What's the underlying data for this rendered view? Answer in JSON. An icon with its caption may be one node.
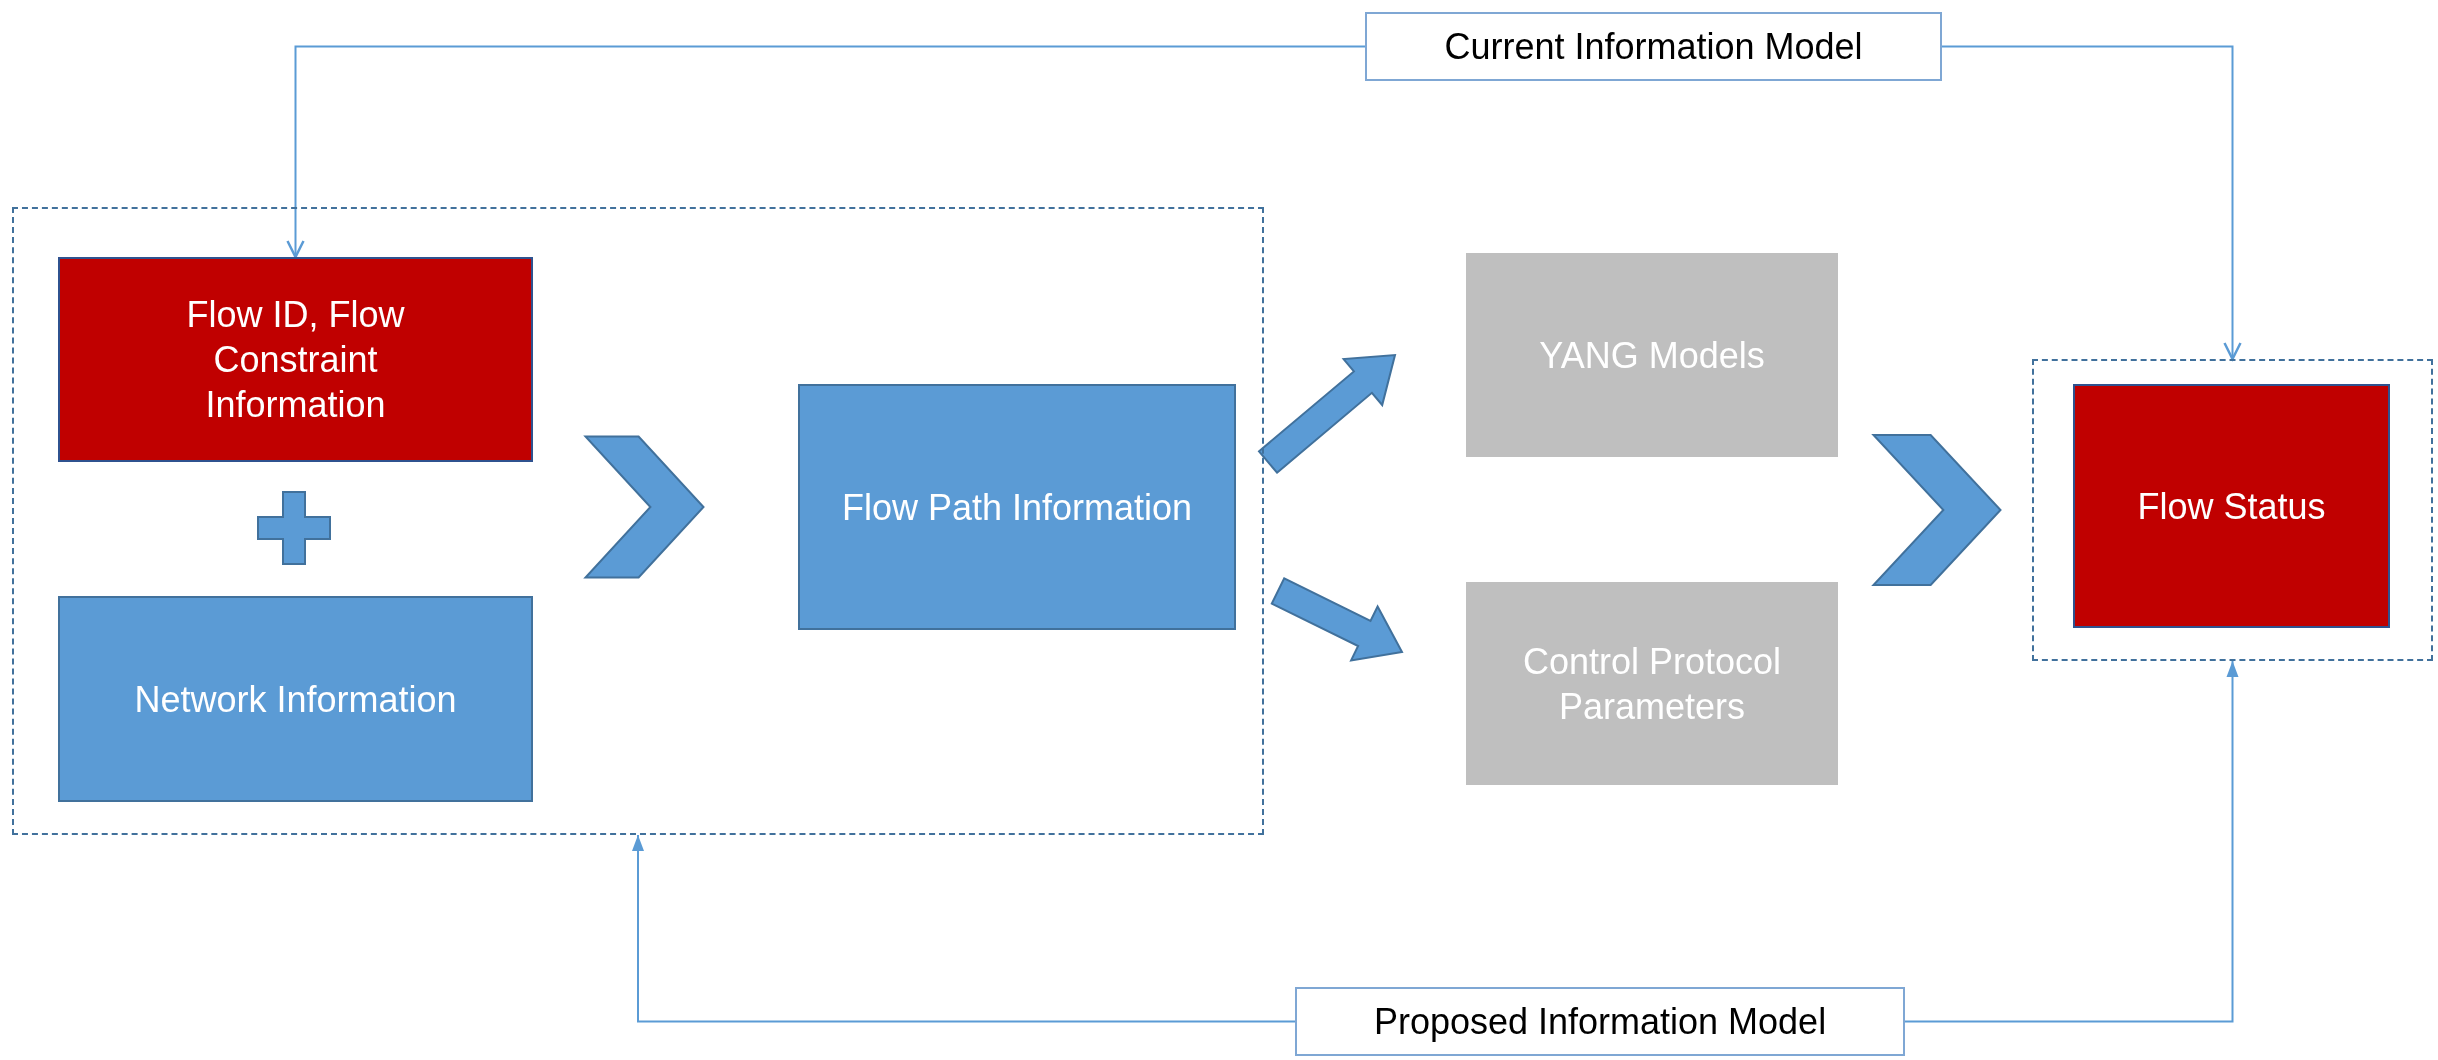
{
  "diagram": {
    "nodes": [
      {
        "text": [],
        "shape": "box"
      },
      {
        "text": [
          "Flow ID, Flow Constraint Information"
        ],
        "in": 0
      },
      {
        "text": [
          "Network Information"
        ],
        "in": 0
      },
      {
        "text": [
          "Flow Path Information"
        ],
        "in": 0
      },
      {
        "text": [
          "YANG Models"
        ]
      },
      {
        "text": [
          "Control Protocol Parameters"
        ]
      },
      {
        "text": [],
        "shape": "box"
      },
      {
        "text": [
          "Flow Status"
        ],
        "in": 6
      },
      {
        "text": [
          "Current Information Model"
        ]
      },
      {
        "text": [
          "Proposed Information Model"
        ]
      }
    ],
    "edges": [
      {
        "from": 8,
        "to": 1,
        "arrow": "to"
      },
      {
        "from": 8,
        "to": 6,
        "arrow": "to"
      },
      {
        "from": 9,
        "to": 0,
        "arrow": "to"
      },
      {
        "from": 9,
        "to": 6,
        "arrow": "to"
      },
      {
        "from": 1,
        "to": 3,
        "arrow": "to",
        "style": "thick"
      },
      {
        "from": 2,
        "to": 3,
        "arrow": "to",
        "style": "thick"
      },
      {
        "from": 3,
        "to": 4,
        "arrow": "to",
        "style": "thick"
      },
      {
        "from": 3,
        "to": 5,
        "arrow": "to",
        "style": "thick"
      },
      {
        "from": 4,
        "to": 6,
        "arrow": "to",
        "style": "thick"
      },
      {
        "from": 5,
        "to": 6,
        "arrow": "to",
        "style": "thick"
      }
    ]
  }
}
